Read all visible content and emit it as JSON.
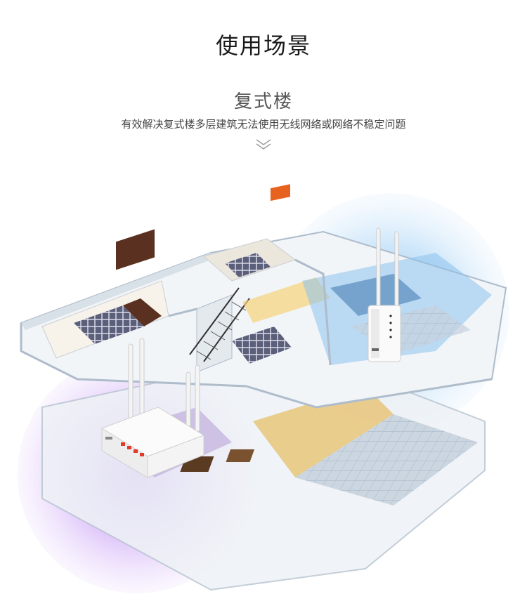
{
  "header": {
    "title": "使用场景",
    "subtitle": "复式楼",
    "description": "有效解决复式楼多层建筑无法使用无线网络或网络不稳定问题"
  },
  "icons": {
    "scroll_hint": "double-chevron-down-icon"
  },
  "scene": {
    "router_logo": "",
    "extender_logo": "",
    "colors": {
      "upper_coverage": "#5aa9e6",
      "lower_coverage": "#a04ff0",
      "floor_wood": "#e8c57a",
      "walls": "#e6ecf2"
    }
  }
}
